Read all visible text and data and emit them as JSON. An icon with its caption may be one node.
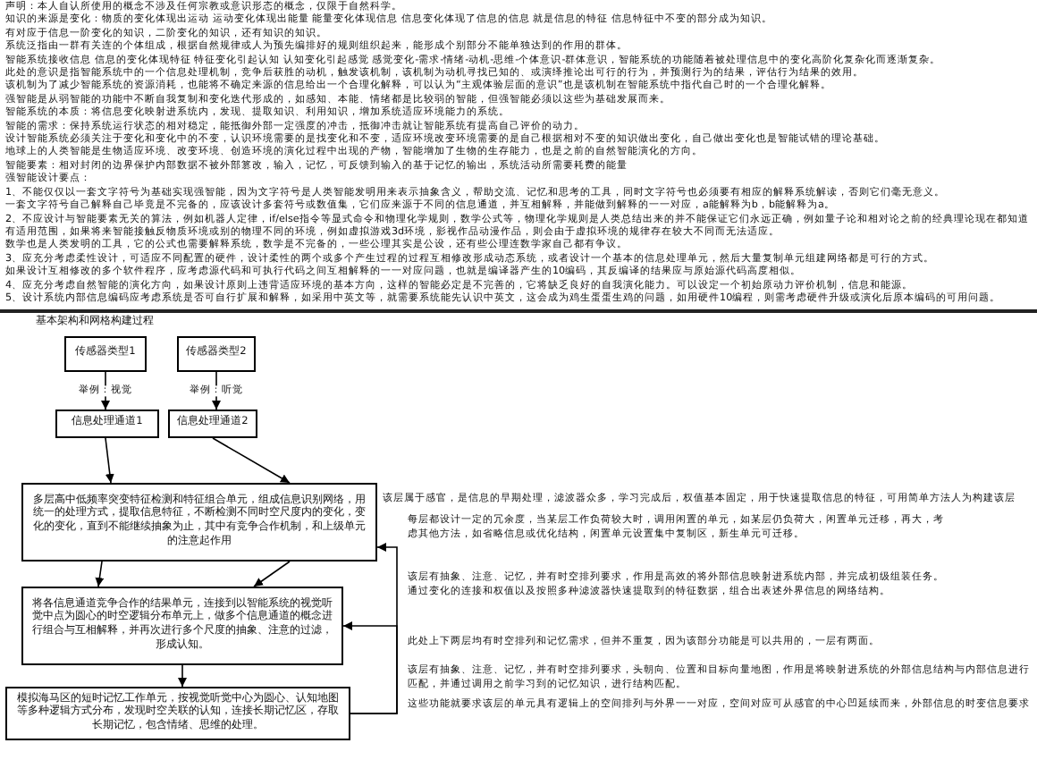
{
  "diagram": {
    "title": "基本架构和网格构建过程",
    "nodes": [
      {
        "text": [
          "传感器类型1"
        ]
      },
      {
        "text": [
          "传感器类型2"
        ]
      },
      {
        "text": [
          "信息处理通道1"
        ]
      },
      {
        "text": [
          "信息处理通道2"
        ]
      },
      {
        "text": [
          "多层高中低频率突变特征检测和特征组合单元，组成信息识别网络，用统一的处理方式，提取信息特征，不断检测不同时空尺度内的变化，变化的变化，直到不能继续抽象为止，其中有竞争合作机制，和上级单元的注意起作用"
        ],
        "beside": [
          "该层属于感官，是信息的早期处理，滤波器众多，学习完成后，权值基本固定，用于快速提取信息的特征，可用简单方法人为构建该层",
          "每层都设计一定的冗余度，当某层工作负荷较大时，调用闲置的单元，如某层仍负荷大，闲置单元迁移，再大，考虑其他方法，如省略信息或优化结构，闲置单元设置集中复制区，新生单元可迁移。"
        ]
      },
      {
        "text": [
          "将各信息通道竞争合作的结果单元，连接到以智能系统的视觉听觉中点为圆心的时空逻辑分布单元上，做多个信息通道的概念进行组合与互相解释，并再次进行多个尺度的抽象、注意的过滤，形成认知。"
        ],
        "beside": [
          "该层有抽象、注意、记忆，并有时空排列要求，作用是高效的将外部信息映射进系统内部，并完成初级组装任务。",
          "通过变化的连接和权值以及按照多种滤波器快速提取到的特征数据，组合出表述外界信息的网络结构。"
        ]
      },
      {
        "text": [
          "模拟海马区的短时记忆工作单元，按视觉听觉中心为圆心、认知地图等多种逻辑方式分布，发现时空关联的认知，连接长期记忆区，存取长期记忆，包含情绪、思维的处理。"
        ],
        "beside": [
          "该层有抽象、注意、记忆，并有时空排列要求，头朝向、位置和目标向量地图，作用是将映射进系统的外部信息结构与内部信息进行匹配，并通过调用之前学习到的记忆知识，进行结构匹配。",
          "这些功能就要求该层的单元具有逻辑上的空间排列与外界一一对应，空间对应可从感官的中心凹延续而来，外部信息的时变信息要求"
        ]
      }
    ],
    "edges": [
      {
        "from": 0,
        "to": 2,
        "arrow": "to",
        "label": "举例：视觉"
      },
      {
        "from": 1,
        "to": 3,
        "arrow": "to",
        "label": "举例：听觉"
      },
      {
        "from": 2,
        "to": 4,
        "arrow": "to"
      },
      {
        "from": 3,
        "to": 4,
        "arrow": "to"
      },
      {
        "from": 4,
        "to": 5,
        "arrow": "to"
      },
      {
        "from": 4,
        "to": 5,
        "arrow": "to"
      },
      {
        "from": 5,
        "to": 6,
        "arrow": "to"
      },
      {
        "from": 6,
        "to": 4,
        "arrow": "to"
      },
      {
        "from": 6,
        "to": 5,
        "arrow": "to"
      }
    ],
    "labels": [
      "声明：本人自认所使用的概念不涉及任何宗教或意识形态的概念，仅限于自然科学。",
      "知识的来源是变化：物质的变化体现出运动 运动变化体现出能量 能量变化体现信息 信息变化体现了信息的信息 就是信息的特征 信息特征中不变的部分成为知识。",
      "有对应于信息一阶变化的知识，二阶变化的知识，还有知识的知识。",
      "系统泛指由一群有关连的个体组成，根据自然规律或人为预先编排好的规则组织起来，能形成个别部分不能单独达到的作用的群体。",
      "智能系统接收信息 信息的变化体现特征 特征变化引起认知 认知变化引起感觉 感觉变化-需求-情绪-动机-思维-个体意识-群体意识，智能系统的功能随着被处理信息中的变化高阶化复杂化而逐渐复杂。",
      "此处的意识是指智能系统中的一个信息处理机制，竞争后获胜的动机，触发该机制，该机制为动机寻找已知的、或演绎推论出可行的行为，并预测行为的结果，评估行为结果的效用。",
      "该机制为了减少智能系统的资源消耗，也能将不确定来源的信息给出一个合理化解释，可以认为“主观体验层面的意识”也是该机制在智能系统中指代自己时的一个合理化解释。",
      "强智能是从弱智能的功能中不断自我复制和变化迭代形成的，如感知、本能、情绪都是比较弱的智能，但强智能必须以这些为基础发展而来。",
      "智能系统的本质：将信息变化映射进系统内，发现、提取知识、利用知识，增加系统适应环境能力的系统。",
      "智能的需求：保持系统运行状态的相对稳定，能抵御外部一定强度的冲击，抵御冲击就让智能系统有提高自己评价的动力。",
      "设计智能系统必须关注于变化和变化中的不变，认识环境需要的是找变化和不变，适应环境改变环境需要的是自己根据相对不变的知识做出变化，自己做出变化也是智能试错的理论基础。",
      "地球上的人类智能是生物适应环境、改变环境、创造环境的演化过程中出现的产物，智能增加了生物的生存能力，也是之前的自然智能演化的方向。",
      "智能要素：相对封闭的边界保护内部数据不被外部篡改，输入，记忆，可反馈到输入的基于记忆的输出，系统活动所需要耗费的能量",
      "强智能设计要点：",
      "1、不能仅仅以一套文字符号为基础实现强智能，因为文字符号是人类智能发明用来表示抽象含义，帮助交流、记忆和思考的工具，同时文字符号也必须要有相应的解释系统解读，否则它们毫无意义。",
      "一套文字符号自己解释自己毕竟是不完备的，应该设计多套符号或数值集，它们应来源于不同的信息通道，并互相解释，并能做到解释的一一对应，a能解释为b，b能解释为a。",
      "2、不应设计与智能要素无关的算法，例如机器人定律，if/else指令等显式命令和物理化学规则，数学公式等，物理化学规则是人类总结出来的并不能保证它们永远正确，例如量子论和相对论之前的经典理论现在都知道有适用范围，如果将来智能接触反物质环境或别的物理不同的环境，例如虚拟游戏3d环境，影视作品动漫作品，则会由于虚拟环境的规律存在较大不同而无法适应。",
      "数学也是人类发明的工具，它的公式也需要解释系统，数学是不完备的，一些公理其实是公设，还有些公理连数学家自己都有争议。",
      "3、应充分考虑柔性设计，可适应不同配置的硬件，设计柔性的两个或多个产生过程的过程互相修改形成动态系统，或者设计一个基本的信息处理单元，然后大量复制单元组建网络都是可行的方式。",
      "如果设计互相修改的多个软件程序，应考虑源代码和可执行代码之间互相解释的一一对应问题，也就是编译器产生的10编码，其反编译的结果应与原始源代码高度相似。",
      "4、应充分考虑自然智能的演化方向，如果设计原则上违背适应环境的基本方向，这样的智能必定是不完善的，它将缺乏良好的自我演化能力。可以设定一个初始原动力评价机制，信息和能源。",
      "5、设计系统内部信息编码应考虑系统是否可自行扩展和解释，如采用中英文等，就需要系统能先认识中英文，这会成为鸡生蛋蛋生鸡的问题，如用硬件10编程，则需考虑硬件升级或演化后原本编码的可用问题。",
      "此处上下两层均有时空排列和记忆需求，但并不重复，因为该部分功能是可以共用的，一层有两面。"
    ]
  }
}
